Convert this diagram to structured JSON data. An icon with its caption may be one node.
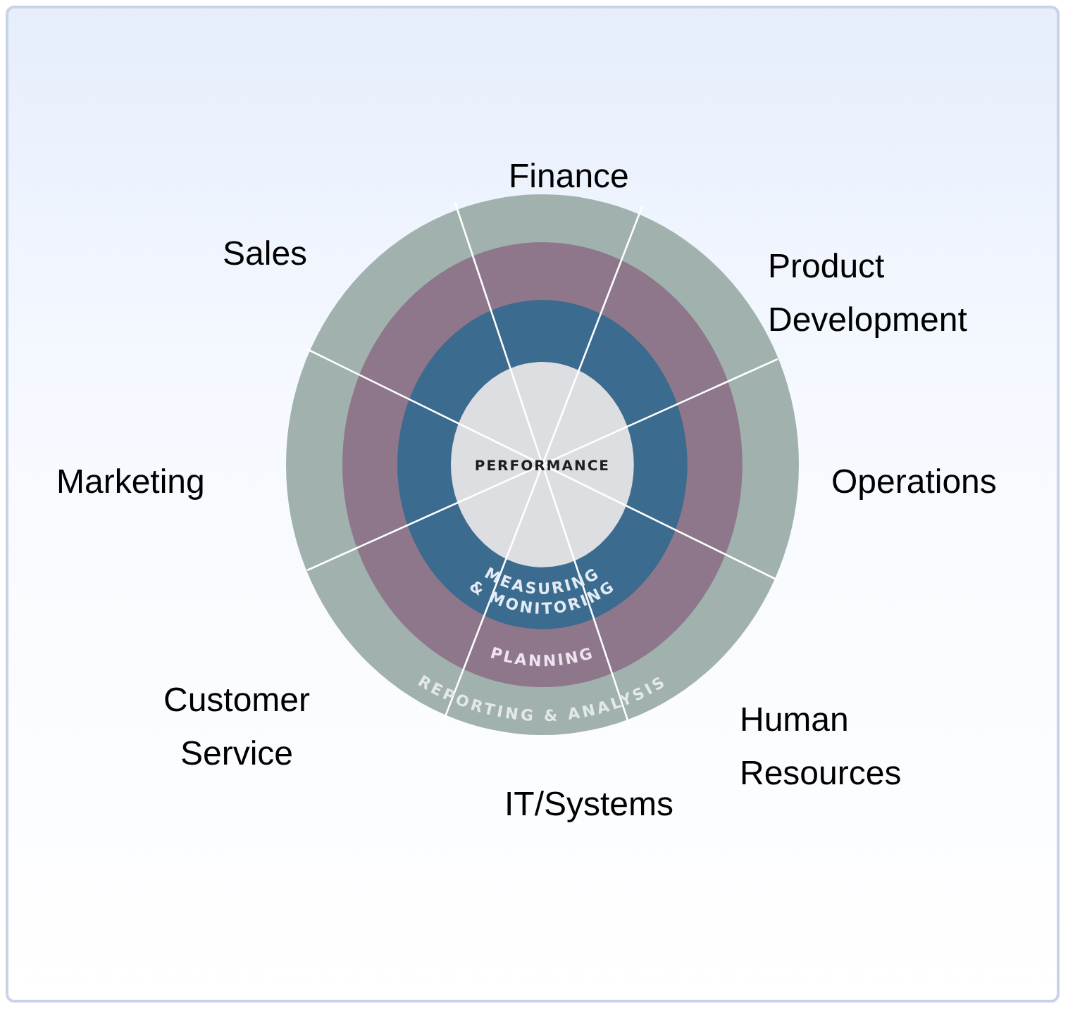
{
  "diagram": {
    "nodes": [
      {
        "text": [
          "REPORTING & ANALYSIS"
        ]
      },
      {
        "text": [
          "PLANNING"
        ],
        "in": 0
      },
      {
        "text": [
          "MEASURING & MONITORING"
        ],
        "in": 1
      },
      {
        "text": [
          "PERFORMANCE"
        ],
        "in": 2
      }
    ],
    "edges": [],
    "labels": [
      "Finance",
      "Sales",
      "Product Development",
      "Marketing",
      "Operations",
      "Customer Service",
      "Human Resources",
      "IT/Systems"
    ]
  }
}
